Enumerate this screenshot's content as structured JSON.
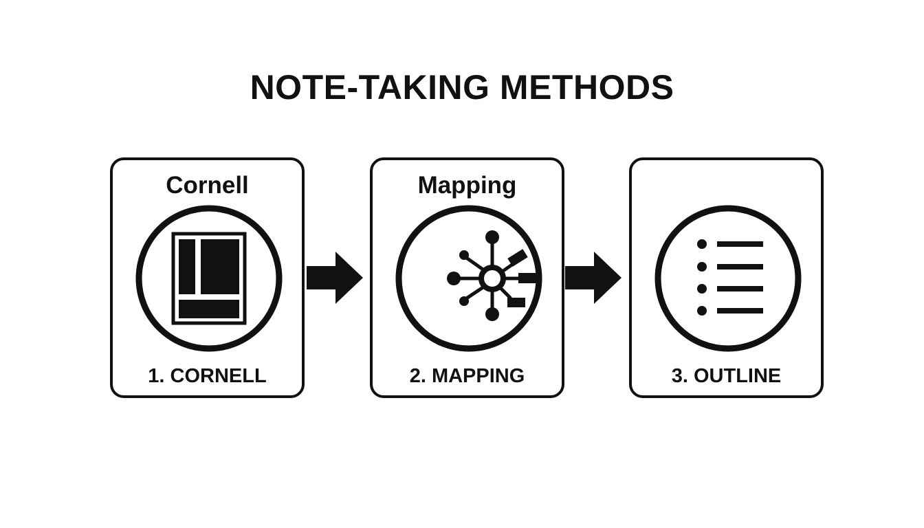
{
  "title": "NOTE-TAKING METHODS",
  "cards": [
    {
      "heading": "Cornell",
      "label": "1. CORNELL",
      "icon": "cornell-layout-icon"
    },
    {
      "heading": "Mapping",
      "label": "2. MAPPING",
      "icon": "mind-map-icon"
    },
    {
      "heading": "",
      "label": "3. OUTLINE",
      "icon": "bullet-list-icon"
    }
  ],
  "colors": {
    "ink": "#111111",
    "background": "#ffffff"
  }
}
